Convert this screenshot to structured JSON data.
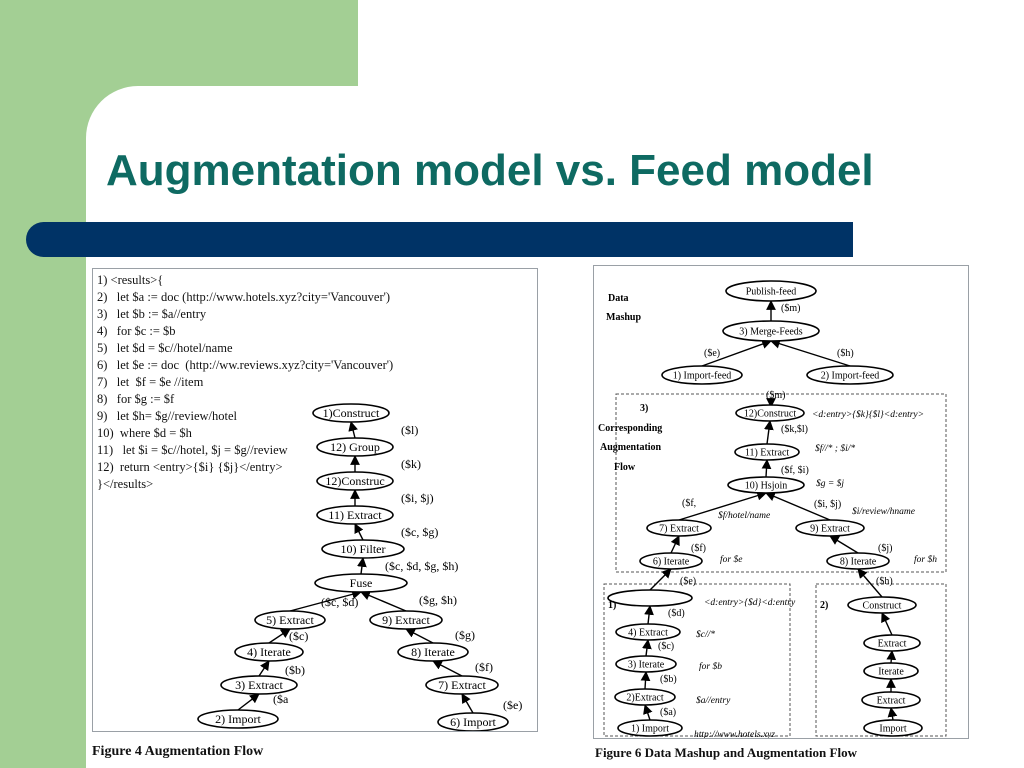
{
  "slide": {
    "title": "Augmentation model vs. Feed model",
    "colors": {
      "background": "#a3cf94",
      "title": "#0e6a62",
      "bar": "#003366",
      "card": "#ffffff"
    }
  },
  "figure4": {
    "caption": "Figure 4 Augmentation Flow",
    "code_lines": [
      "1) <results>{",
      "2)   let $a := doc (http://www.hotels.xyz?city='Vancouver')",
      "3)   let $b := $a//entry",
      "4)   for $c := $b",
      "5)   let $d = $c//hotel/name",
      "6)   let $e := doc  (http://ww.reviews.xyz?city='Vancouver')",
      "7)   let  $f = $e //item",
      "8)   for $g := $f",
      "9)   let $h= $g//review/hotel",
      "10)  where $d = $h",
      "11)   let $i = $c//hotel, $j = $g//review",
      "12)  return <entry>{$i} {$j}</entry>",
      "}</results>"
    ],
    "nodes": [
      {
        "id": "construct",
        "label": "1)Construct"
      },
      {
        "id": "group",
        "label": "12) Group"
      },
      {
        "id": "construc",
        "label": "12)Construc"
      },
      {
        "id": "extract11",
        "label": "11) Extract"
      },
      {
        "id": "filter",
        "label": "10)  Filter"
      },
      {
        "id": "fuse",
        "label": "Fuse"
      },
      {
        "id": "extract5",
        "label": "5) Extract"
      },
      {
        "id": "extract9",
        "label": "9) Extract"
      },
      {
        "id": "iterate4",
        "label": "4) Iterate"
      },
      {
        "id": "iterate8",
        "label": "8) Iterate"
      },
      {
        "id": "extract3",
        "label": "3) Extract"
      },
      {
        "id": "extract7",
        "label": "7) Extract"
      },
      {
        "id": "import2",
        "label": "2) Import"
      },
      {
        "id": "import6",
        "label": "6) Import"
      }
    ],
    "edge_labels": [
      {
        "id": "l_l",
        "text": "($l)"
      },
      {
        "id": "l_k",
        "text": "($k)"
      },
      {
        "id": "l_ij",
        "text": "($i, $j)"
      },
      {
        "id": "l_cg",
        "text": "($c, $g)"
      },
      {
        "id": "l_cdgh",
        "text": "($c, $d, $g, $h)"
      },
      {
        "id": "l_cd",
        "text": "($c, $d)"
      },
      {
        "id": "l_gh",
        "text": "($g, $h)"
      },
      {
        "id": "l_c",
        "text": "($c)"
      },
      {
        "id": "l_g",
        "text": "($g)"
      },
      {
        "id": "l_b",
        "text": "($b)"
      },
      {
        "id": "l_f",
        "text": "($f)"
      },
      {
        "id": "l_a",
        "text": "($a"
      },
      {
        "id": "l_e",
        "text": "($e)"
      }
    ]
  },
  "figure6": {
    "caption": "Figure 6 Data Mashup and Augmentation Flow",
    "section_labels": [
      {
        "id": "data",
        "text": "Data"
      },
      {
        "id": "mashup",
        "text": "Mashup"
      },
      {
        "id": "s3",
        "text": "3)"
      },
      {
        "id": "corr",
        "text": "Corresponding"
      },
      {
        "id": "aug",
        "text": "Augmentation"
      },
      {
        "id": "flow",
        "text": "Flow"
      },
      {
        "id": "s1",
        "text": "1)"
      },
      {
        "id": "s2",
        "text": "2)"
      }
    ],
    "nodes": [
      {
        "id": "publish",
        "label": "Publish-feed"
      },
      {
        "id": "merge",
        "label": "3) Merge-Feeds"
      },
      {
        "id": "imp1",
        "label": "1) Import-feed"
      },
      {
        "id": "imp2",
        "label": "2) Import-feed"
      },
      {
        "id": "c12",
        "label": "12)Construct"
      },
      {
        "id": "e11",
        "label": "11) Extract"
      },
      {
        "id": "hsjoin",
        "label": "10) Hsjoin"
      },
      {
        "id": "e7",
        "label": "7) Extract"
      },
      {
        "id": "e9",
        "label": "9) Extract"
      },
      {
        "id": "i6",
        "label": "6) Iterate"
      },
      {
        "id": "i8",
        "label": "8) Iterate"
      },
      {
        "id": "top1",
        "label": ""
      },
      {
        "id": "e4",
        "label": "4) Extract"
      },
      {
        "id": "i3",
        "label": "3) Iterate"
      },
      {
        "id": "e2",
        "label": "2)Extract"
      },
      {
        "id": "im1",
        "label": "1) Import"
      },
      {
        "id": "cons2",
        "label": "Construct"
      },
      {
        "id": "ex2a",
        "label": "Extract"
      },
      {
        "id": "it2",
        "label": "Iterate"
      },
      {
        "id": "ex2b",
        "label": "Extract"
      },
      {
        "id": "im2",
        "label": "Import"
      }
    ],
    "edge_labels": [
      {
        "id": "m",
        "text": "($m)"
      },
      {
        "id": "e",
        "text": "($e)"
      },
      {
        "id": "h",
        "text": "($h)"
      },
      {
        "id": "m2",
        "text": "($m)"
      },
      {
        "id": "kl",
        "text": "($k,$l)"
      },
      {
        "id": "fi",
        "text": "($f, $i)"
      },
      {
        "id": "f2",
        "text": "($f,"
      },
      {
        "id": "ij",
        "text": "($i, $j)"
      },
      {
        "id": "f",
        "text": "($f)"
      },
      {
        "id": "j",
        "text": "($j)"
      },
      {
        "id": "e2",
        "text": "($e)"
      },
      {
        "id": "h2",
        "text": "($h)"
      },
      {
        "id": "d",
        "text": "($d)"
      },
      {
        "id": "c",
        "text": "($c)"
      },
      {
        "id": "b",
        "text": "($b)"
      },
      {
        "id": "a",
        "text": "($a)"
      }
    ],
    "annotations": [
      {
        "id": "a_entry1",
        "text": "<d:entry>{$k}{$l}<d:entry>"
      },
      {
        "id": "a_f",
        "text": "$f//* ; $i/*"
      },
      {
        "id": "a_g",
        "text": "$g = $j"
      },
      {
        "id": "a_hotel",
        "text": "$f/hotel/name"
      },
      {
        "id": "a_review",
        "text": "$i/review/hname"
      },
      {
        "id": "a_fore",
        "text": "for $e"
      },
      {
        "id": "a_forh",
        "text": "for $h"
      },
      {
        "id": "a_entry2",
        "text": "<d:entry>{$d}<d:entry"
      },
      {
        "id": "a_c",
        "text": "$c//*"
      },
      {
        "id": "a_forb",
        "text": "for $b"
      },
      {
        "id": "a_aentry",
        "text": "$a//entry"
      },
      {
        "id": "a_url",
        "text": "http://www.hotels.xyz"
      }
    ]
  }
}
